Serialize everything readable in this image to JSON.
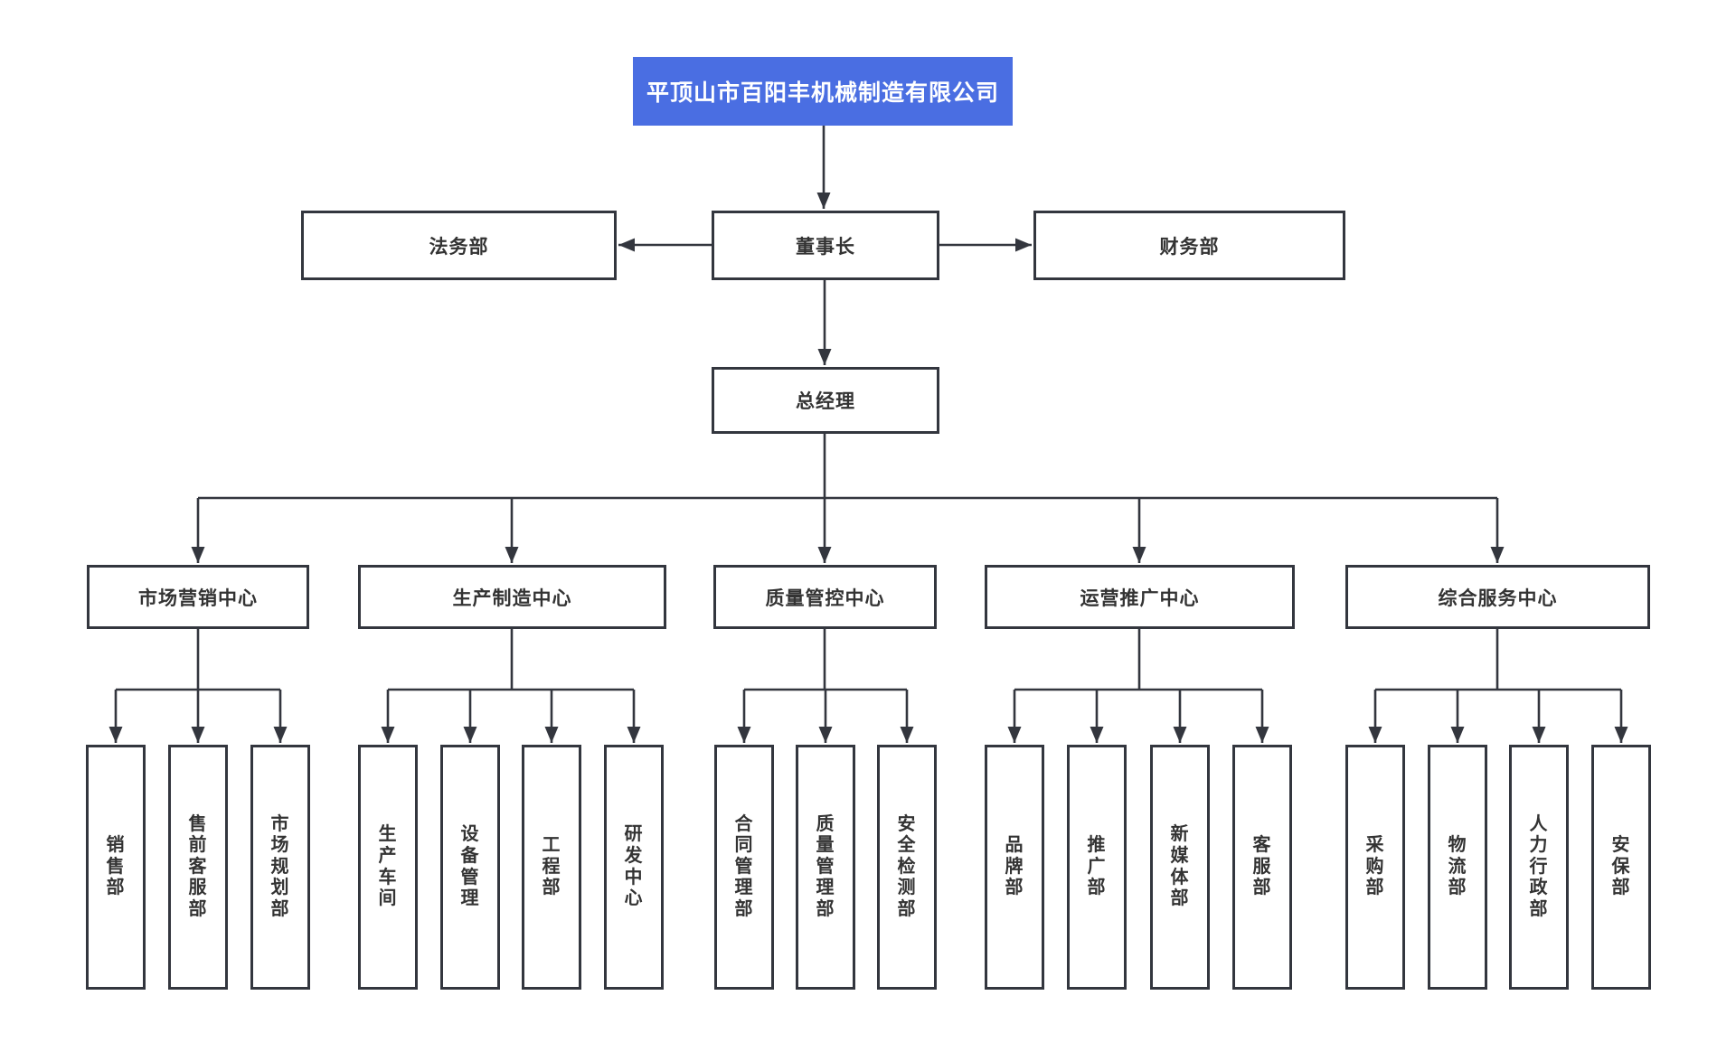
{
  "colors": {
    "accent_blue": "#4a6ee2",
    "line": "#33363e",
    "box_border": "#33363e",
    "text_dark": "#333333",
    "title_text": "#ffffff"
  },
  "org": {
    "company": {
      "label": "平顶山市百阳丰机械制造有限公司"
    },
    "executives": {
      "chairman": {
        "label": "董事长"
      },
      "legal": {
        "label": "法务部"
      },
      "finance": {
        "label": "财务部"
      },
      "general_manager": {
        "label": "总经理"
      }
    },
    "centers": [
      {
        "label": "市场营销中心",
        "departments": [
          "销售部",
          "售前客服部",
          "市场规划部"
        ]
      },
      {
        "label": "生产制造中心",
        "departments": [
          "生产车间",
          "设备管理",
          "工程部",
          "研发中心"
        ]
      },
      {
        "label": "质量管控中心",
        "departments": [
          "合同管理部",
          "质量管理部",
          "安全检测部"
        ]
      },
      {
        "label": "运营推广中心",
        "departments": [
          "品牌部",
          "推广部",
          "新媒体部",
          "客服部"
        ]
      },
      {
        "label": "综合服务中心",
        "departments": [
          "采购部",
          "物流部",
          "人力行政部",
          "安保部"
        ]
      }
    ]
  }
}
